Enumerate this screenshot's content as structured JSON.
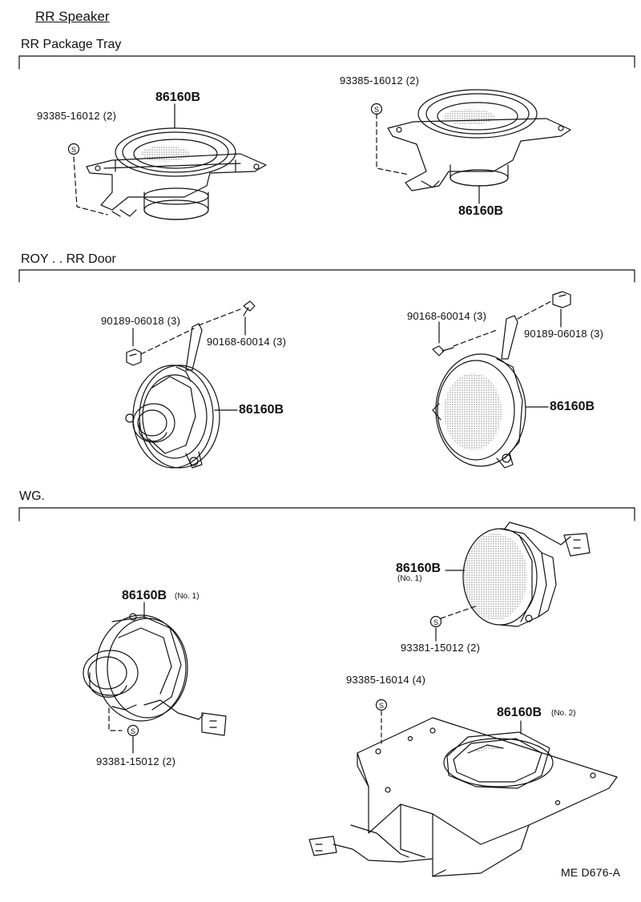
{
  "title": "RR  Speaker",
  "code": "ME  D676-A",
  "sections": {
    "package_tray": "RR Package Tray",
    "rr_door": "ROY . . RR  Door",
    "wg": "WG."
  },
  "labels": {
    "pt_left_speaker": "86160B",
    "pt_left_screw": "93385-16012 (2)",
    "pt_right_screw": "93385-16012 (2)",
    "pt_right_speaker": "86160B",
    "door_left_clip": "90189-06018 (3)",
    "door_left_screw": "90168-60014 (3)",
    "door_left_speaker": "86160B",
    "door_right_screw": "90168-60014 (3)",
    "door_right_clip": "90189-06018 (3)",
    "door_right_speaker": "86160B",
    "wg_top_speaker": "86160B",
    "wg_top_speaker_sub": "(No. 1)",
    "wg_top_screw": "93381-15012 (2)",
    "wg_left_speaker": "86160B",
    "wg_left_speaker_sub": "(No. 1)",
    "wg_left_screw": "93381-15012 (2)",
    "wg_box_screw": "93385-16014 (4)",
    "wg_box_speaker": "86160B",
    "wg_box_speaker_sub": "(No. 2)"
  },
  "icons": {
    "screw_symbol": "S"
  }
}
